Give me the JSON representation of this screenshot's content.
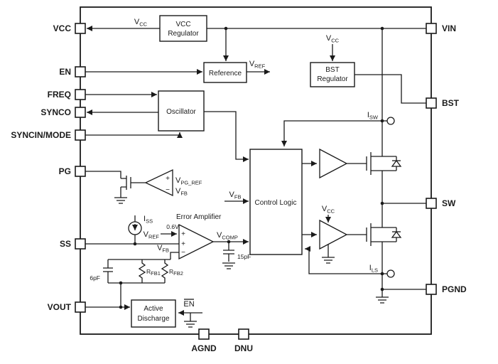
{
  "colors": {
    "line": "#1a1a1a",
    "background": "#ffffff"
  },
  "pins": {
    "left": [
      {
        "label": "VCC"
      },
      {
        "label": "EN"
      },
      {
        "label": "FREQ"
      },
      {
        "label": "SYNCO"
      },
      {
        "label": "SYNCIN/MODE"
      },
      {
        "label": "PG"
      },
      {
        "label": "SS"
      },
      {
        "label": "VOUT"
      }
    ],
    "right": [
      {
        "label": "VIN"
      },
      {
        "label": "BST"
      },
      {
        "label": "SW"
      },
      {
        "label": "PGND"
      }
    ],
    "bottom": [
      {
        "label": "AGND"
      },
      {
        "label": "DNU"
      }
    ]
  },
  "blocks": {
    "vcc_regulator": {
      "line1": "VCC",
      "line2": "Regulator"
    },
    "reference": {
      "label": "Reference"
    },
    "bst_regulator": {
      "line1": "BST",
      "line2": "Regulator"
    },
    "oscillator": {
      "label": "Oscillator"
    },
    "control_logic": {
      "label": "Control Logic"
    },
    "active_discharge": {
      "line1": "Active",
      "line2": "Discharge"
    },
    "error_amplifier": {
      "label": "Error Amplifier"
    }
  },
  "labels": {
    "v_cc": {
      "base": "V",
      "sub": "CC"
    },
    "v_ref": {
      "base": "V",
      "sub": "REF"
    },
    "v_pg_ref": {
      "base": "V",
      "sub": "PG_REF"
    },
    "v_fb": {
      "base": "V",
      "sub": "FB"
    },
    "v_comp": {
      "base": "V",
      "sub": "COMP"
    },
    "i_ss": {
      "base": "I",
      "sub": "SS"
    },
    "i_sw": {
      "base": "I",
      "sub": "SW"
    },
    "i_ls": {
      "base": "I",
      "sub": "LS"
    },
    "r_fb1": {
      "base": "R",
      "sub": "FB1"
    },
    "r_fb2": {
      "base": "R",
      "sub": "FB2"
    },
    "ref_voltage": "0.6V",
    "comp_cap": "15pF",
    "ff_cap": "6pF",
    "en_bar": "EN",
    "plus": "+",
    "minus": "−"
  }
}
